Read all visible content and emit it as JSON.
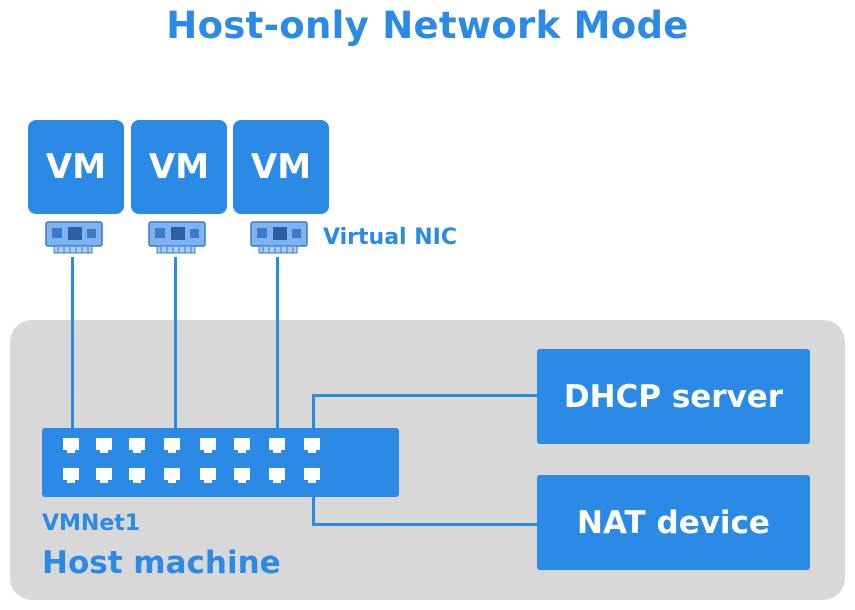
{
  "title": "Host-only Network Mode",
  "vms": [
    {
      "label": "VM"
    },
    {
      "label": "VM"
    },
    {
      "label": "VM"
    }
  ],
  "nic_label": "Virtual NIC",
  "switch_label": "VMNet1",
  "host_label": "Host machine",
  "services": {
    "dhcp": "DHCP server",
    "nat": "NAT device"
  },
  "colors": {
    "accent": "#2b8ae6",
    "host_background": "#d8d8d8",
    "text_on_accent": "#ffffff"
  }
}
